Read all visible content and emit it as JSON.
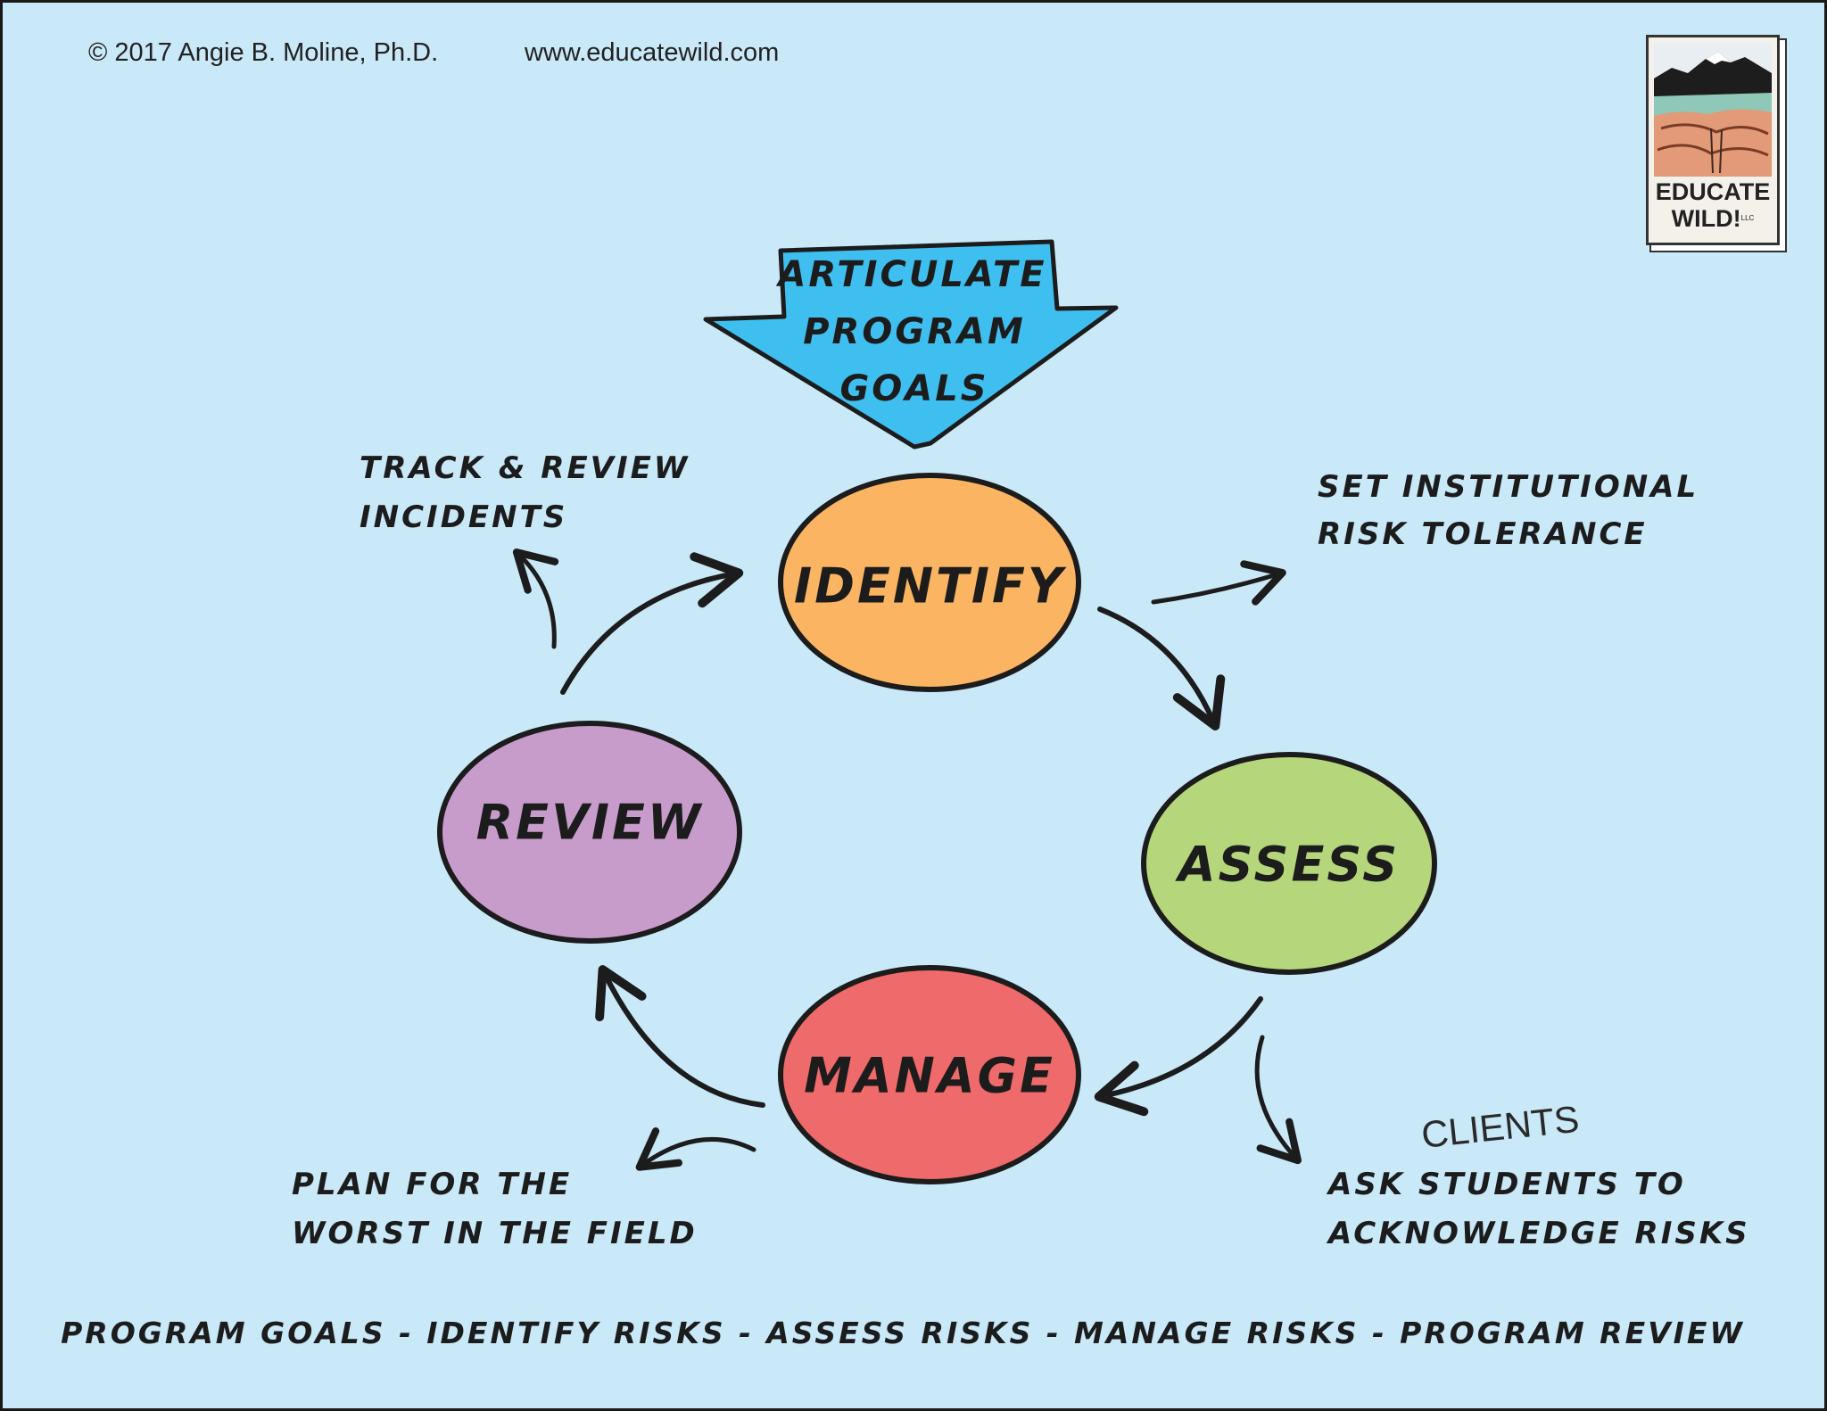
{
  "header": {
    "copyright": "© 2017 Angie B. Moline, Ph.D.",
    "website": "www.educatewild.com"
  },
  "logo": {
    "line1": "EDUCATE",
    "line2": "WILD!",
    "suffix": "LLC"
  },
  "goal_arrow": {
    "lines": [
      "ARTICULATE",
      "PROGRAM",
      "GOALS"
    ],
    "color": "#3fbff0"
  },
  "nodes": [
    {
      "id": "identify",
      "label": "IDENTIFY",
      "color": "#fbb462"
    },
    {
      "id": "assess",
      "label": "ASSESS",
      "color": "#b5d67a"
    },
    {
      "id": "manage",
      "label": "MANAGE",
      "color": "#ef6a6a"
    },
    {
      "id": "review",
      "label": "REVIEW",
      "color": "#c79ccb"
    }
  ],
  "notes": {
    "track": [
      "TRACK & REVIEW",
      "INCIDENTS"
    ],
    "tolerance": [
      "SET INSTITUTIONAL",
      "RISK TOLERANCE"
    ],
    "clients": "CLIENTS",
    "acknowledge": [
      "ASK STUDENTS TO",
      "ACKNOWLEDGE RISKS"
    ],
    "plan": [
      "PLAN FOR THE",
      "WORST IN THE FIELD"
    ]
  },
  "footer": "PROGRAM GOALS - IDENTIFY RISKS - ASSESS RISKS - MANAGE RISKS - PROGRAM REVIEW"
}
